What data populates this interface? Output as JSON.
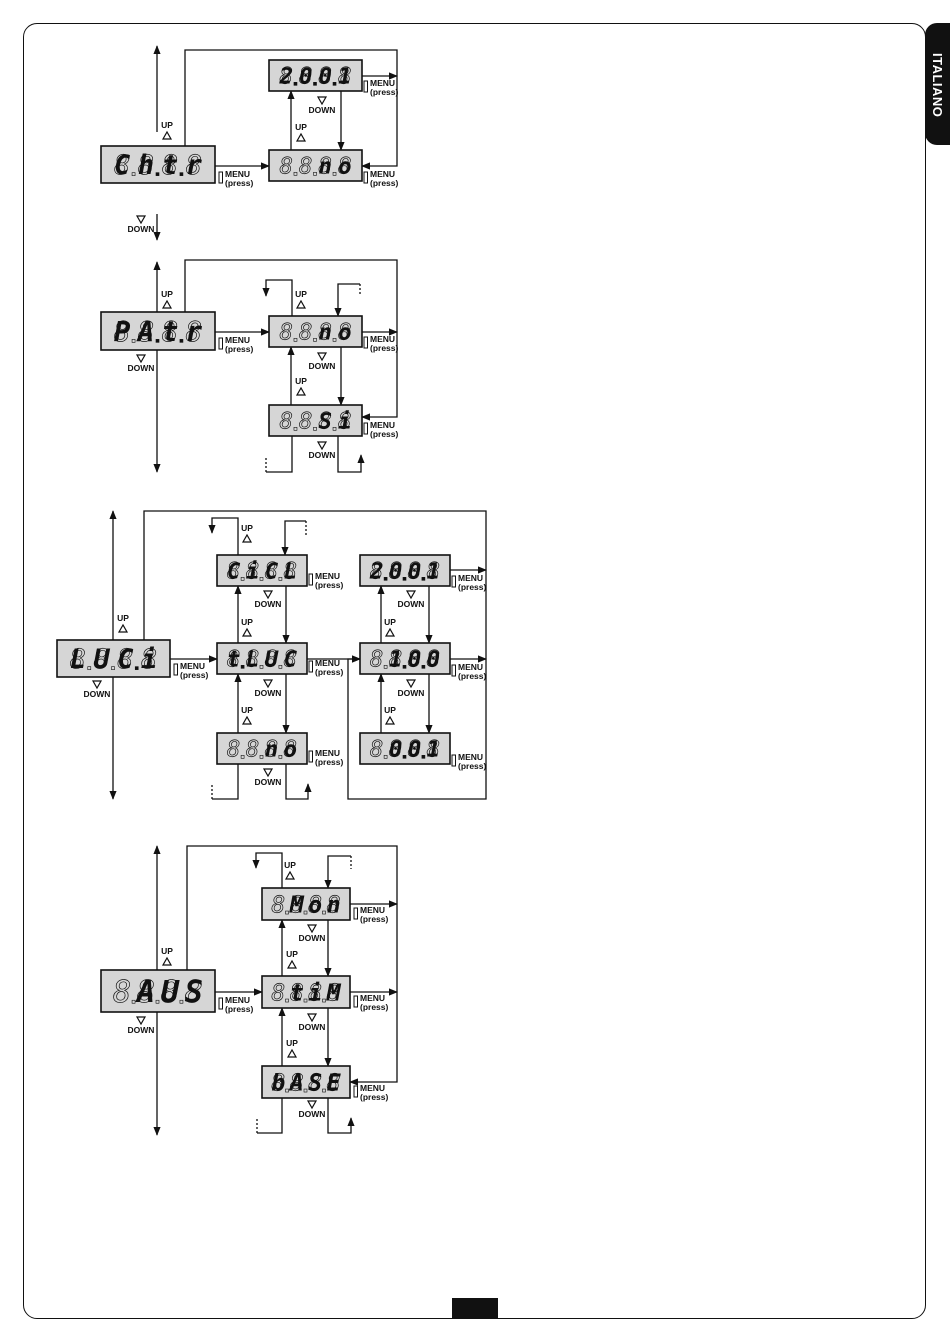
{
  "language_tab": "ITALIANO",
  "labels": {
    "up": "UP",
    "down": "DOWN",
    "menu": "MENU",
    "press": "(press)"
  },
  "sections": [
    {
      "name": "ch-tr",
      "main": "Ch.t.r",
      "options": [
        "2.0.0.1",
        "no"
      ]
    },
    {
      "name": "pa-tr",
      "main": "PA.t.r",
      "options": [
        "no",
        "Si"
      ]
    },
    {
      "name": "luci",
      "main": "LUC.i",
      "options": [
        "CiCL",
        "t.LUC",
        "no"
      ],
      "values": [
        "2.0.0.1",
        "1.0.0",
        "0.0.1"
      ]
    },
    {
      "name": "aus",
      "main": "AUS",
      "options": [
        "Mon",
        "tiM",
        "bASE"
      ]
    }
  ]
}
